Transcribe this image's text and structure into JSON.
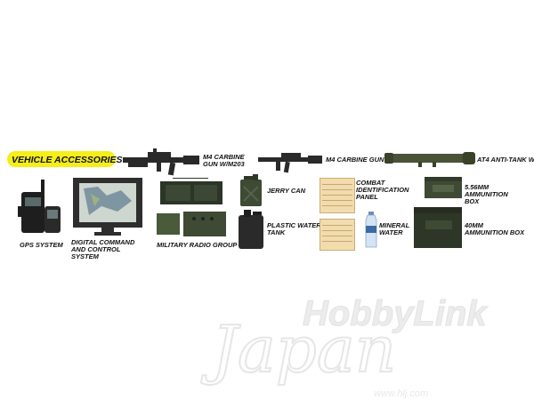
{
  "banner": {
    "title": "VEHICLE ACCESSORIES"
  },
  "items": {
    "m4_m203": "M4 CARBINE GUN W/M203",
    "m4": "M4 CARBINE GUN",
    "at4": "AT4 ANTI-TANK W",
    "gps": "GPS SYSTEM",
    "dccs": "DIGITAL COMMAND AND CONTROL SYSTEM",
    "radio": "MILITARY RADIO GROUP",
    "jerry": "JERRY CAN",
    "plastic_tank": "PLASTIC WATER TANK",
    "cid_panel": "COMBAT IDENTIFICATION PANEL",
    "water": "MINERAL WATER",
    "ammo556": "5.56MM AMMUNITION BOX",
    "ammo40": "40MM AMMUNITION BOX"
  },
  "watermark": {
    "brand": "HobbyLink",
    "script": "Japan",
    "url": "www.hlj.com"
  },
  "colors": {
    "banner": "#f5ee1a",
    "olive": "#3f4a34",
    "gun": "#2a2a2a",
    "crate": "#f2dcae"
  }
}
